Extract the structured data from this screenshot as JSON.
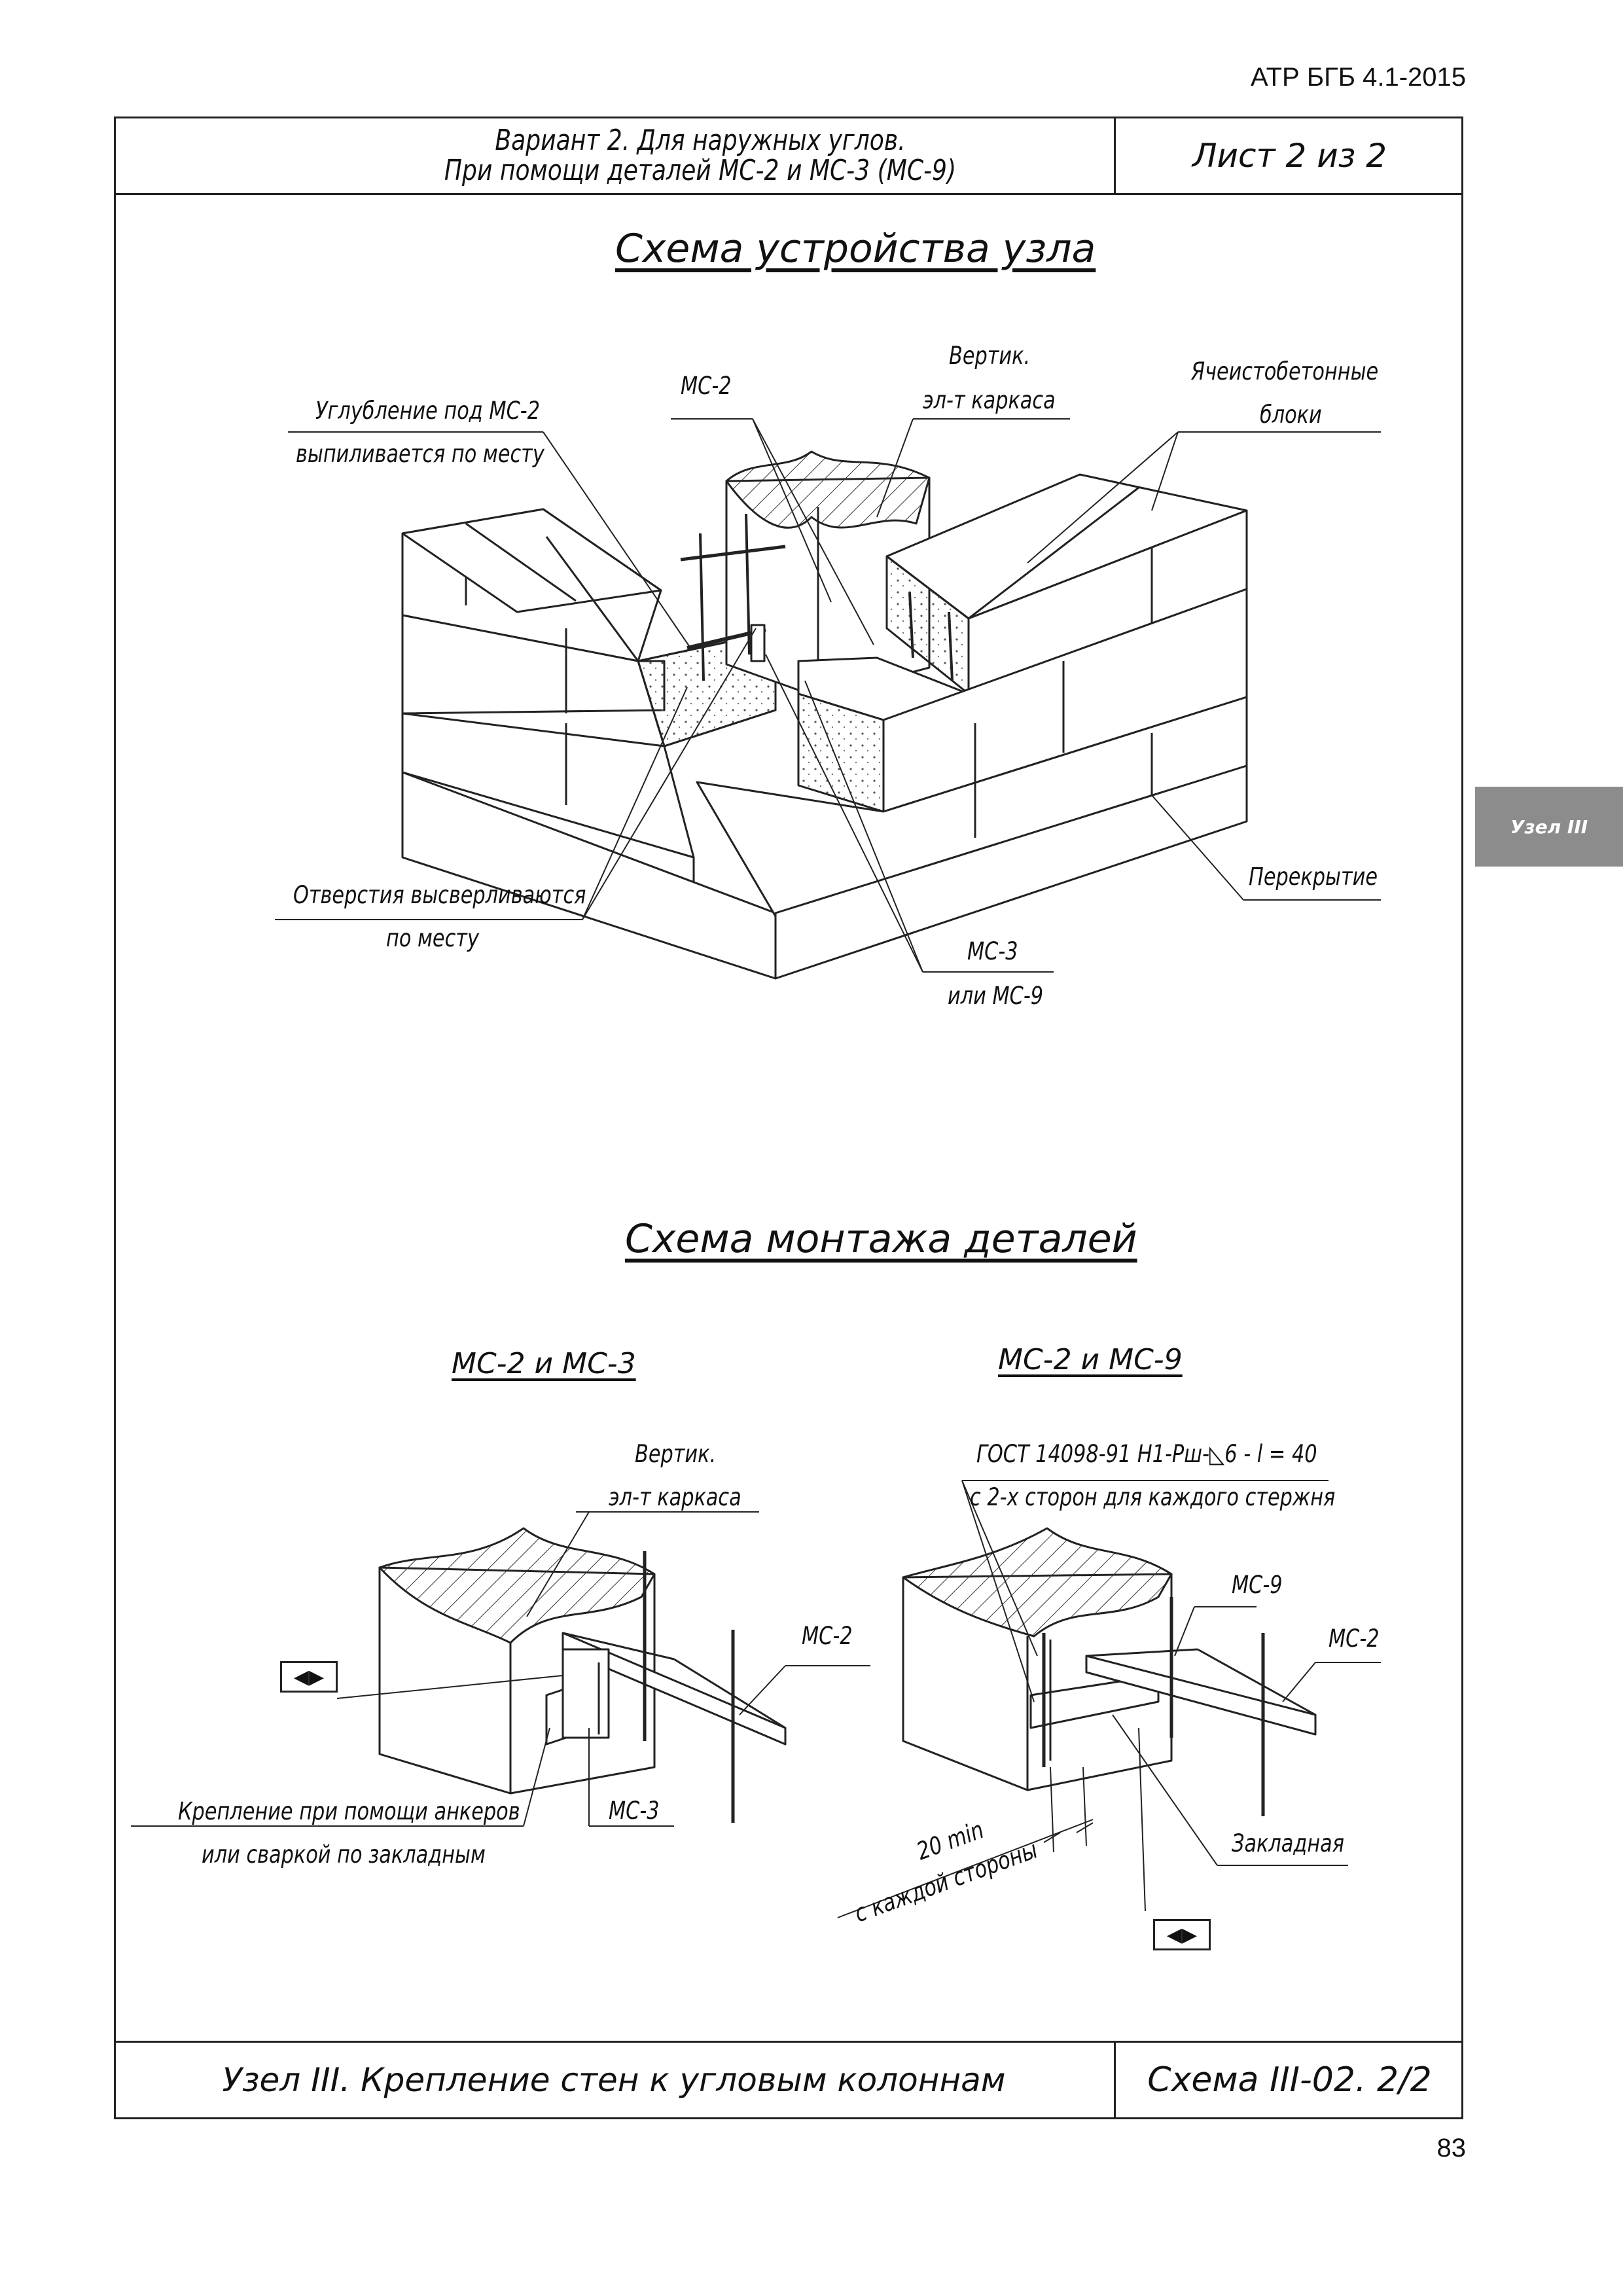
{
  "doc_code": "АТР БГБ 4.1-2015",
  "header": {
    "title_line1": "Вариант 2. Для наружных углов.",
    "title_line2": "При помощи деталей МС-2 и МС-3 (МС-9)",
    "sheet": "Лист 2 из 2"
  },
  "side_tab": "Узел III",
  "section1": {
    "title": "Схема устройства узла",
    "labels": {
      "mc2": "МС-2",
      "vertical_1": "Вертик.",
      "vertical_2": "эл-т каркаса",
      "cellular_1": "Ячеистобетонные",
      "cellular_2": "блоки",
      "groove_1": "Углубление под МС-2",
      "groove_2": "выпиливается по месту",
      "holes_1": "Отверстия высверливаются",
      "holes_2": "по месту",
      "floor": "Перекрытие",
      "mc3_1": "МС-3",
      "mc3_2": "или МС-9"
    }
  },
  "section2": {
    "title": "Схема монтажа деталей",
    "left": {
      "subtitle": "МС-2 и МС-3",
      "vertical_1": "Вертик.",
      "vertical_2": "эл-т каркаса",
      "mc2": "МС-2",
      "mc3": "МС-3",
      "fix_1": "Крепление при помощи анкеров",
      "fix_2": "или сваркой по закладным"
    },
    "right": {
      "subtitle": "МС-2 и МС-9",
      "gost_1": "ГОСТ 14098-91 Н1-Рш-◺6 - l = 40",
      "gost_2": "с 2-х сторон для каждого стержня",
      "mc9": "МС-9",
      "mc2": "МС-2",
      "embedded": "Закладная",
      "dim_1": "20 min",
      "dim_2": "с каждой стороны"
    },
    "arrow_symbol": "◀▶"
  },
  "footer": {
    "title": "Узел III. Крепление стен к угловым колоннам",
    "scheme": "Схема III-02. 2/2"
  },
  "page_number": "83"
}
